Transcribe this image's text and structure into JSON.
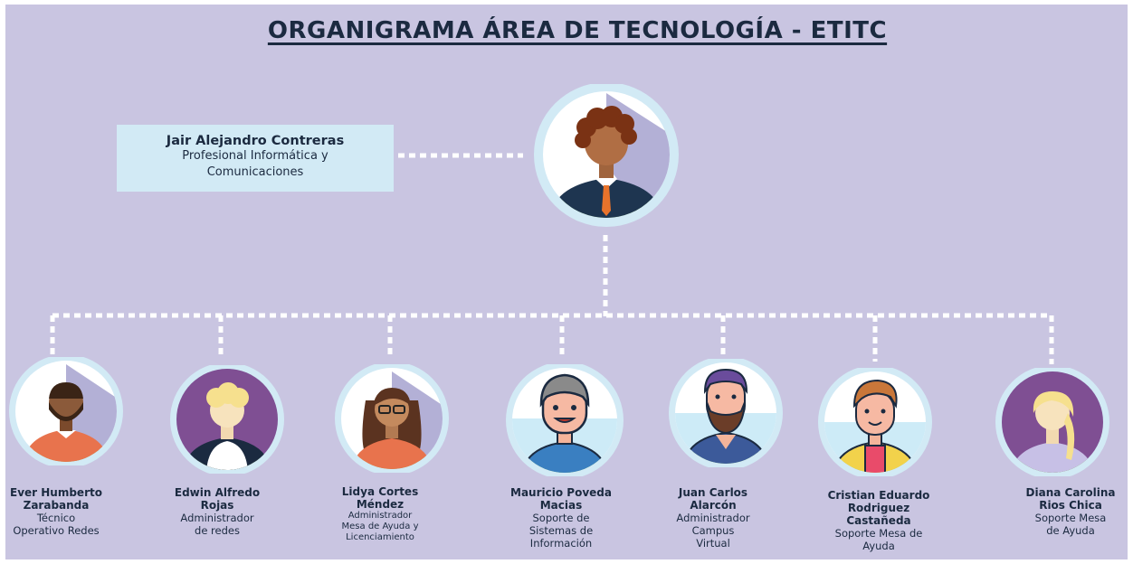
{
  "title": "ORGANIGRAMA ÁREA DE TECNOLOGÍA - ETITC",
  "head": {
    "name": "Jair Alejandro Contreras",
    "role_line1": "Profesional Informática y",
    "role_line2": "Comunicaciones",
    "avatar_icon": "man-curly-hair-tie-avatar-icon"
  },
  "colors": {
    "background": "#c9c5e1",
    "name_box": "#d2eaf5",
    "text": "#1b2a40",
    "connector": "#ffffff",
    "avatar_ring": "#d2eaf5",
    "avatar_ground": "#8bc34a"
  },
  "staff": [
    {
      "name": [
        "Ever Humberto",
        "Zarabanda"
      ],
      "role": [
        "Técnico",
        "Operativo Redes"
      ],
      "avatar_icon": "man-beard-avatar-icon"
    },
    {
      "name": [
        "Edwin Alfredo",
        "Rojas"
      ],
      "role": [
        "Administrador",
        "de redes"
      ],
      "avatar_icon": "blond-person-avatar-icon"
    },
    {
      "name": [
        "Lidya Cortes",
        "Méndez"
      ],
      "role": [
        "Administrador",
        "Mesa de Ayuda y",
        "Licenciamiento"
      ],
      "avatar_icon": "woman-glasses-avatar-icon"
    },
    {
      "name": [
        "Mauricio Poveda",
        "Macias"
      ],
      "role": [
        "Soporte de",
        "Sistemas de",
        "Información"
      ],
      "avatar_icon": "smiling-man-avatar-icon"
    },
    {
      "name": [
        "Juan Carlos",
        "Alarcón"
      ],
      "role": [
        "Administrador",
        "Campus",
        "Virtual"
      ],
      "avatar_icon": "bearded-man-avatar-icon"
    },
    {
      "name": [
        "Cristian Eduardo",
        "Rodriguez",
        "Castañeda"
      ],
      "role": [
        "Soporte Mesa de",
        "Ayuda"
      ],
      "avatar_icon": "young-man-avatar-icon"
    },
    {
      "name": [
        "Diana Carolina",
        "Rios Chica"
      ],
      "role": [
        "Soporte Mesa",
        "de Ayuda"
      ],
      "avatar_icon": "blonde-woman-avatar-icon"
    }
  ]
}
